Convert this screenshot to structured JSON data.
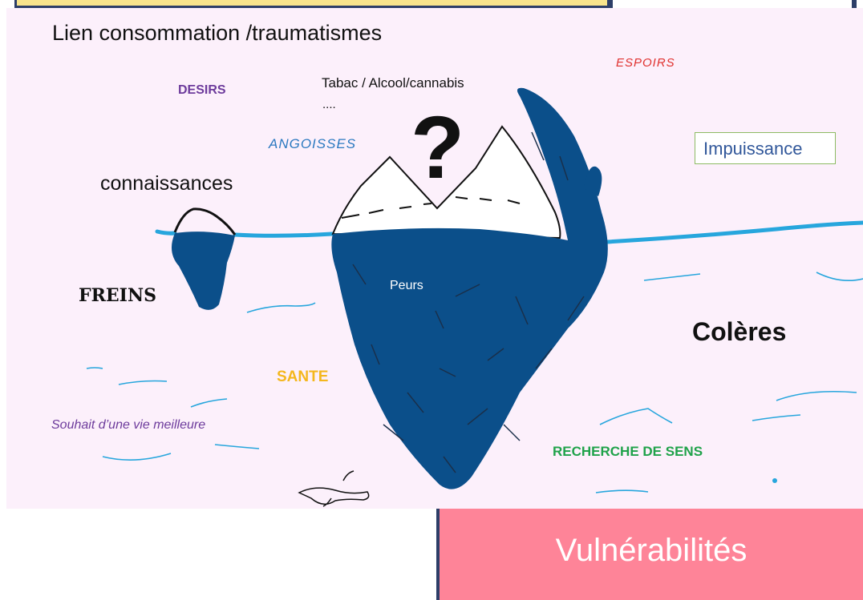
{
  "slide": {
    "title": "Lien consommation /traumatismes",
    "labels": {
      "desirs": "DESIRS",
      "tabac": "Tabac / Alcool/cannabis",
      "dots": "....",
      "espoirs": "ESPOIRS",
      "angoisses": "ANGOISSES",
      "connaissances": "connaissances",
      "impuissance": "Impuissance",
      "freins": "FREINS",
      "peurs": "Peurs",
      "coleres": "Colères",
      "sante": "SANTE",
      "souhait": "Souhait d’une vie meilleure",
      "recherche": "RECHERCHE DE SENS"
    },
    "question_mark": "?"
  },
  "footer": {
    "title": "Vulnérabilités"
  },
  "colors": {
    "background": "#fcf0fb",
    "iceberg": "#0b4f8a",
    "water_line": "#27a6dd",
    "footer_box": "#fe8498",
    "frame": "#2d3e68"
  }
}
